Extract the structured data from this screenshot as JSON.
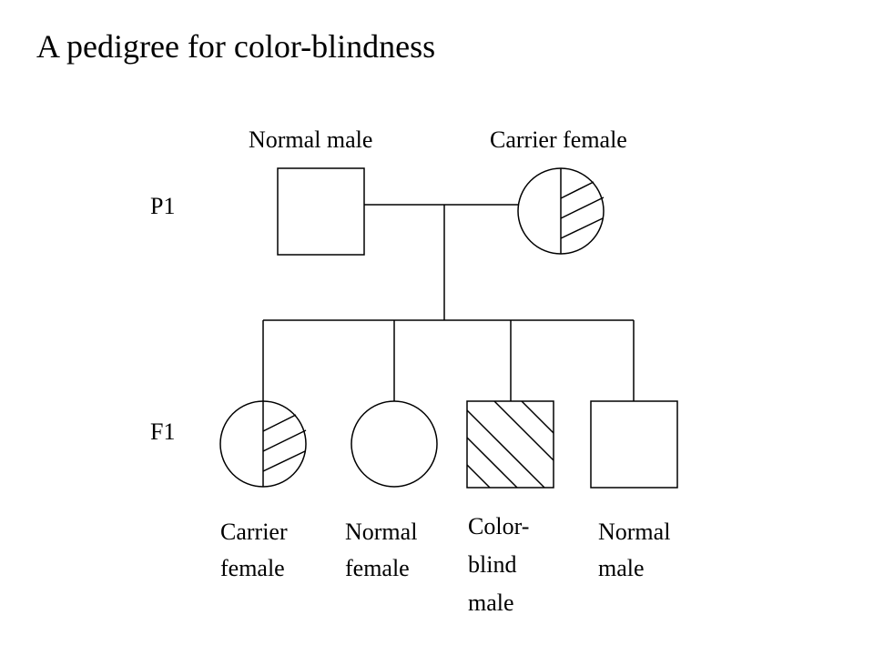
{
  "title": "A pedigree for color-blindness",
  "generations": {
    "p1": "P1",
    "f1": "F1"
  },
  "parents": {
    "father": {
      "label": "Normal male",
      "sex": "male",
      "status": "normal"
    },
    "mother": {
      "label": "Carrier female",
      "sex": "female",
      "status": "carrier"
    }
  },
  "children": [
    {
      "label": "Carrier\nfemale",
      "sex": "female",
      "status": "carrier"
    },
    {
      "label": "Normal\nfemale",
      "sex": "female",
      "status": "normal"
    },
    {
      "label": "Color-\nblind\nmale",
      "sex": "male",
      "status": "affected"
    },
    {
      "label": "Normal\nmale",
      "sex": "male",
      "status": "normal"
    }
  ]
}
